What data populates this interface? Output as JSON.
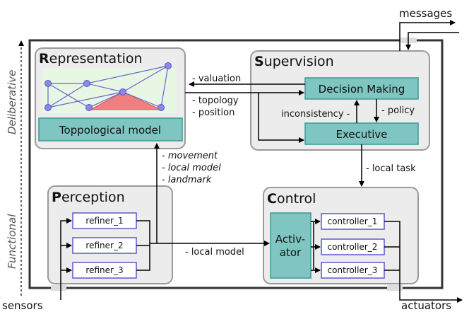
{
  "io": {
    "messages": "messages",
    "sensors": "sensors",
    "actuators": "actuators"
  },
  "side_labels": {
    "deliberative": "Deliberative",
    "functional": "Functional"
  },
  "modules": {
    "representation": {
      "initial": "R",
      "rest": "epresentation",
      "model_label": "Toppological model"
    },
    "supervision": {
      "initial": "S",
      "rest": "upervision",
      "decision_making": "Decision Making",
      "executive": "Executive"
    },
    "perception": {
      "initial": "P",
      "rest": "erception",
      "refiners": [
        "refiner_1",
        "refiner_2",
        "refiner_3"
      ]
    },
    "control": {
      "initial": "C",
      "rest": "ontrol",
      "activator_line1": "Activ-",
      "activator_line2": "ator",
      "controllers": [
        "controller_1",
        "controller_2",
        "controller_3"
      ]
    }
  },
  "edge_labels": {
    "valuation": "- valuation",
    "topology": "- topology",
    "position": "- position",
    "inconsistency": "inconsistency -",
    "policy": "- policy",
    "local_task": "- local task",
    "movement": "- movement",
    "local_model_up": "- local model",
    "landmark": "- landmark",
    "local_model": "- local model"
  },
  "colors": {
    "teal": "#7fc6c2",
    "teal_border": "#3a9a94",
    "module_fill": "#ececec",
    "module_border": "#9a9a9a",
    "node": "#8a8ae6",
    "triangle": "#f08080",
    "graph_bg": "#e8f7e4"
  }
}
